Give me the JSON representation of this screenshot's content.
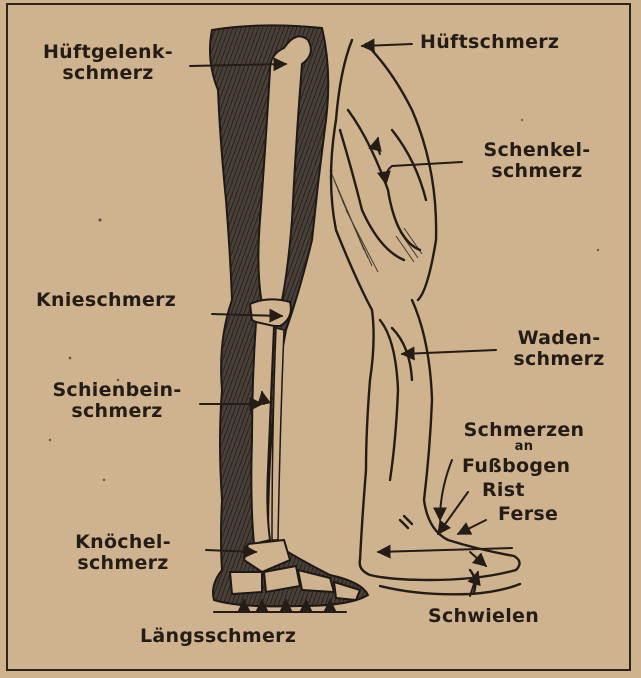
{
  "labels": {
    "hip_joint_pain": [
      "Hüftgelenk-",
      "schmerz"
    ],
    "hip_pain": "Hüftschmerz",
    "thigh_pain": [
      "Schenkel-",
      "schmerz"
    ],
    "knee_pain": "Knieschmerz",
    "calf_pain": [
      "Waden-",
      "schmerz"
    ],
    "shin_pain": [
      "Schienbein-",
      "schmerz"
    ],
    "foot_pain_header": [
      "Schmerzen",
      "an"
    ],
    "arch": "Fußbogen",
    "instep": "Rist",
    "heel": "Ferse",
    "ankle_pain": [
      "Knöchel-",
      "schmerz"
    ],
    "calluses": "Schwielen",
    "longitudinal_pain": "Längsschmerz"
  },
  "colors": {
    "paper": "#cfb38f",
    "ink": "#241c16"
  }
}
